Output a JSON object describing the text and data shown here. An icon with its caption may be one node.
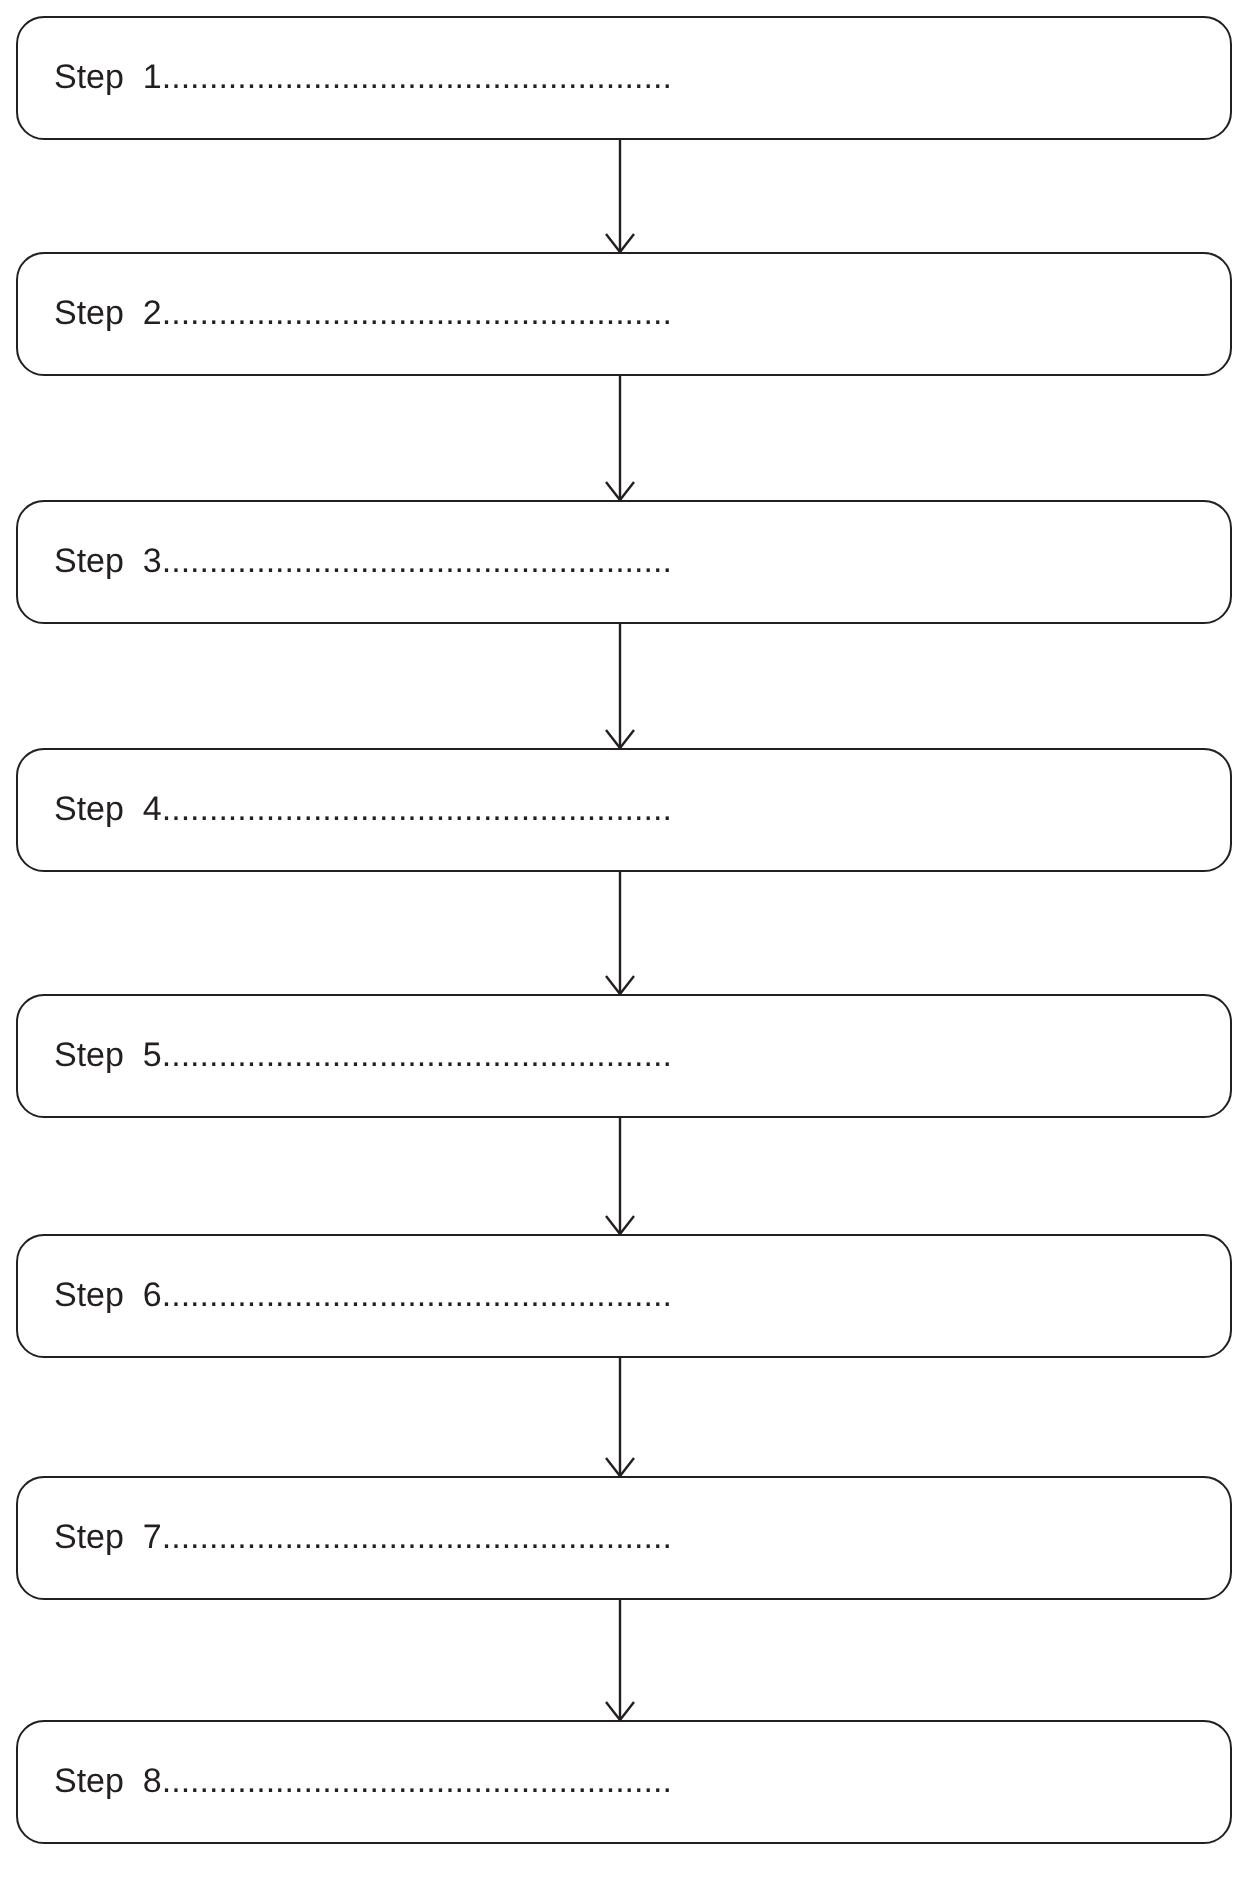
{
  "diagram": {
    "nodes": [
      {
        "text": [
          "Step  1......................................................"
        ]
      },
      {
        "text": [
          "Step  2......................................................"
        ]
      },
      {
        "text": [
          "Step  3......................................................"
        ]
      },
      {
        "text": [
          "Step  4......................................................"
        ]
      },
      {
        "text": [
          "Step  5......................................................"
        ]
      },
      {
        "text": [
          "Step  6......................................................"
        ]
      },
      {
        "text": [
          "Step  7......................................................"
        ]
      },
      {
        "text": [
          "Step  8......................................................"
        ]
      }
    ],
    "edges": [
      {
        "from": 0,
        "to": 1,
        "arrow": "to"
      },
      {
        "from": 1,
        "to": 2,
        "arrow": "to"
      },
      {
        "from": 2,
        "to": 3,
        "arrow": "to"
      },
      {
        "from": 3,
        "to": 4,
        "arrow": "to"
      },
      {
        "from": 4,
        "to": 5,
        "arrow": "to"
      },
      {
        "from": 5,
        "to": 6,
        "arrow": "to"
      },
      {
        "from": 6,
        "to": 7,
        "arrow": "to"
      }
    ]
  }
}
